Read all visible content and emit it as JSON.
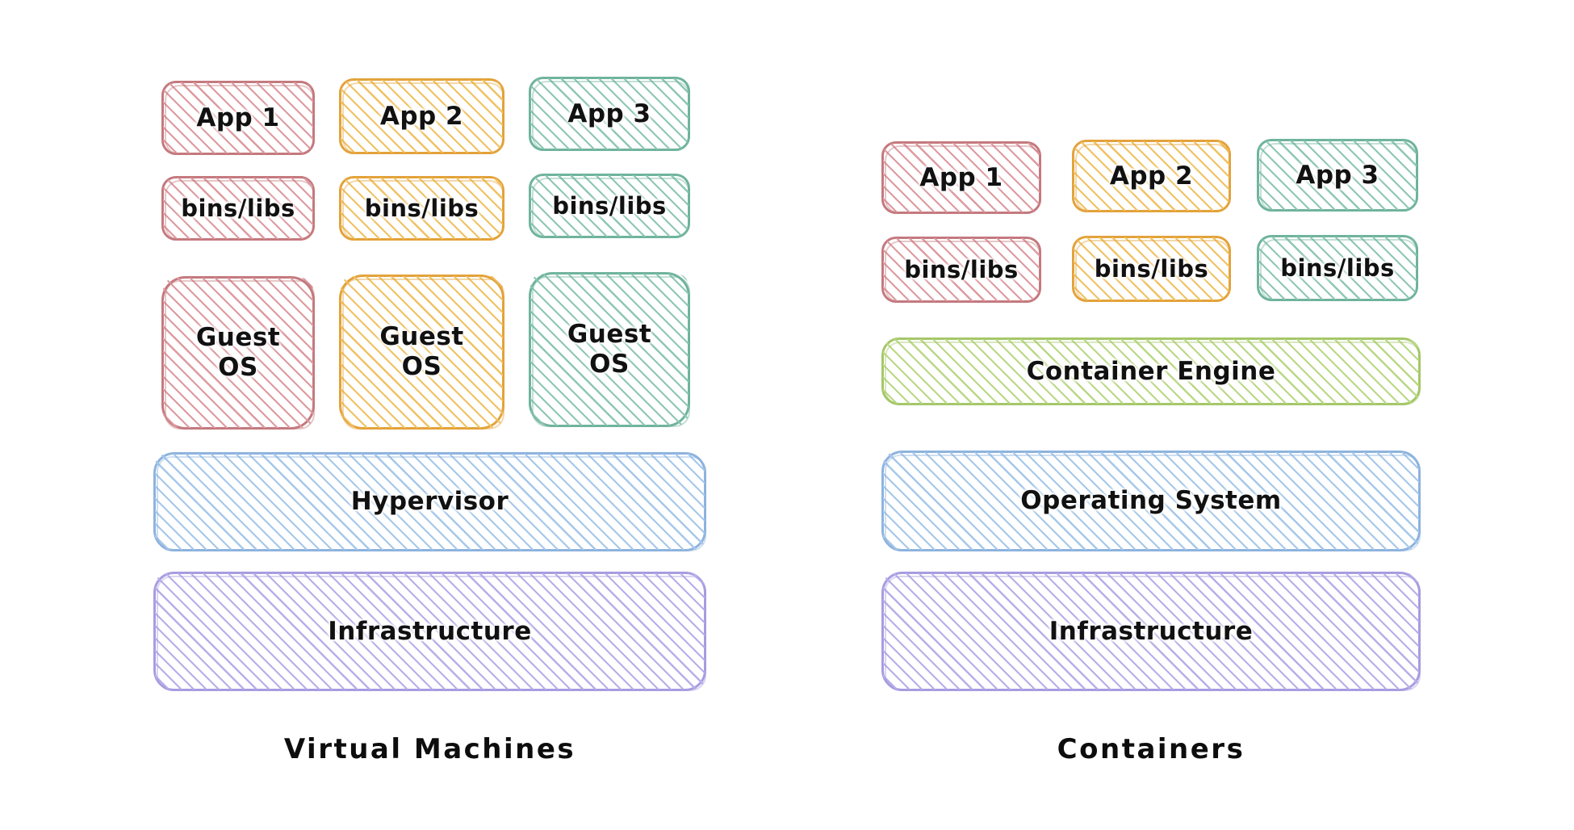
{
  "diagram": {
    "title_hidden": "",
    "columns": [
      {
        "id": "virtual-machines",
        "caption": "Virtual Machines",
        "rows": [
          {
            "id": "apps",
            "type": "triple",
            "cells": [
              {
                "label": "App 1",
                "color_name": "red",
                "color": "#c4797e"
              },
              {
                "label": "App 2",
                "color_name": "amber",
                "color": "#e3a23a"
              },
              {
                "label": "App 3",
                "color_name": "teal",
                "color": "#6fb39d"
              }
            ]
          },
          {
            "id": "bins-libs",
            "type": "triple",
            "cells": [
              {
                "label": "bins/libs",
                "color_name": "red",
                "color": "#c4797e"
              },
              {
                "label": "bins/libs",
                "color_name": "amber",
                "color": "#e3a23a"
              },
              {
                "label": "bins/libs",
                "color_name": "teal",
                "color": "#6fb39d"
              }
            ]
          },
          {
            "id": "guest-os",
            "type": "triple",
            "cells": [
              {
                "label": "Guest\nOS",
                "color_name": "red",
                "color": "#c4797e"
              },
              {
                "label": "Guest\nOS",
                "color_name": "amber",
                "color": "#e3a23a"
              },
              {
                "label": "Guest\nOS",
                "color_name": "teal",
                "color": "#6fb39d"
              }
            ]
          },
          {
            "id": "hypervisor",
            "type": "bar",
            "cells": [
              {
                "label": "Hypervisor",
                "color_name": "blue",
                "color": "#8db3de"
              }
            ]
          },
          {
            "id": "infrastructure",
            "type": "bar",
            "cells": [
              {
                "label": "Infrastructure",
                "color_name": "purple",
                "color": "#a79ce0"
              }
            ]
          }
        ]
      },
      {
        "id": "containers",
        "caption": "Containers",
        "rows": [
          {
            "id": "apps",
            "type": "triple",
            "cells": [
              {
                "label": "App 1",
                "color_name": "red",
                "color": "#c4797e"
              },
              {
                "label": "App 2",
                "color_name": "amber",
                "color": "#e3a23a"
              },
              {
                "label": "App 3",
                "color_name": "teal",
                "color": "#6fb39d"
              }
            ]
          },
          {
            "id": "bins-libs",
            "type": "triple",
            "cells": [
              {
                "label": "bins/libs",
                "color_name": "red",
                "color": "#c4797e"
              },
              {
                "label": "bins/libs",
                "color_name": "amber",
                "color": "#e3a23a"
              },
              {
                "label": "bins/libs",
                "color_name": "teal",
                "color": "#6fb39d"
              }
            ]
          },
          {
            "id": "container-engine",
            "type": "bar",
            "cells": [
              {
                "label": "Container Engine",
                "color_name": "green",
                "color": "#a4c769"
              }
            ]
          },
          {
            "id": "operating-system",
            "type": "bar",
            "cells": [
              {
                "label": "Operating System",
                "color_name": "blue",
                "color": "#8db3de"
              }
            ]
          },
          {
            "id": "infrastructure",
            "type": "bar",
            "cells": [
              {
                "label": "Infrastructure",
                "color_name": "purple",
                "color": "#a79ce0"
              }
            ]
          }
        ]
      }
    ]
  },
  "style": {
    "background": "#ffffff",
    "text_color": "#111111"
  }
}
